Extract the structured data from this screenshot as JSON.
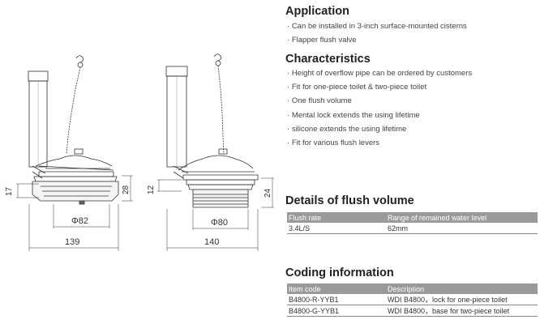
{
  "application": {
    "title": "Application",
    "items": [
      "Can be installed in 3-inch surface-mounted cisterns",
      "Flapper flush valve"
    ]
  },
  "characteristics": {
    "title": "Characteristics",
    "items": [
      "Height of overflow pipe can be ordered by customers",
      "Fit for one-piece toilet & two-piece toilet",
      "One flush volume",
      "Mental lock extends the using lifetime",
      "silicone extends the using lifetime",
      "Fit for various flush levers"
    ]
  },
  "flush_volume": {
    "title": "Details of flush volume",
    "headers": [
      "Flush rate",
      "Range of remained water level"
    ],
    "rows": [
      [
        "3.4L/S",
        "62mm"
      ]
    ]
  },
  "coding": {
    "title": "Coding information",
    "headers": [
      "Item code",
      "Description"
    ],
    "rows": [
      [
        "B4800-R-YYB1",
        "WDI  B4800，lock for one-piece toilet"
      ],
      [
        "B4800-G-YYB1",
        "WDI  B4800，base for two-piece toilet"
      ]
    ]
  },
  "drawing_left": {
    "dim_left": "17",
    "dim_right": "28",
    "diameter": "Φ82",
    "width": "139"
  },
  "drawing_right": {
    "dim_left": "12",
    "dim_right": "24",
    "diameter": "Φ80",
    "width": "140"
  }
}
